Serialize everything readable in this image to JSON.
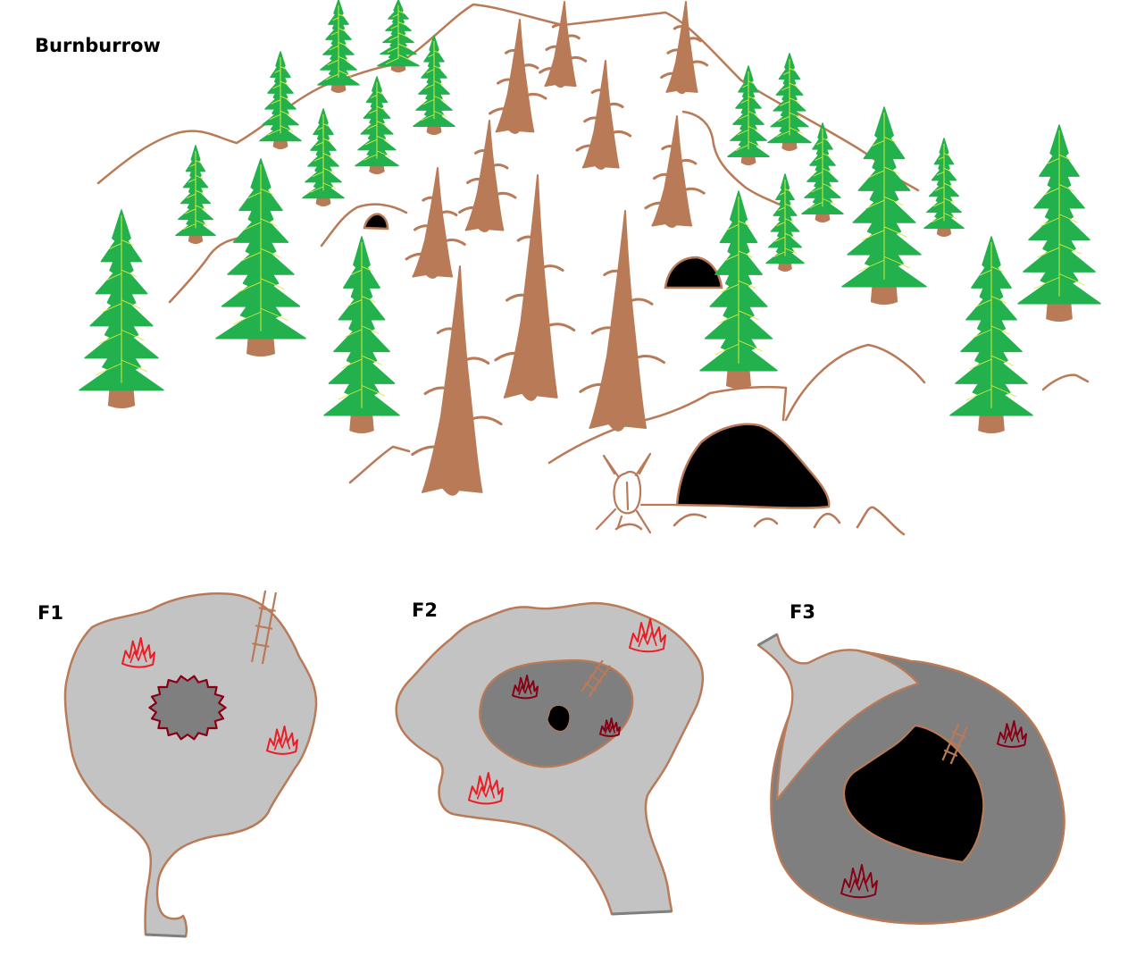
{
  "title": "Burnburrow",
  "floors": [
    {
      "label": "F1"
    },
    {
      "label": "F2"
    },
    {
      "label": "F3"
    }
  ],
  "colors": {
    "outline": "#b97a57",
    "tree_green": "#22b14c",
    "tree_vein": "#d7ea3a",
    "trunk": "#b97a57",
    "burnt_tree": "#b97a57",
    "cave_mouth": "#000000",
    "floor_light": "#c3c3c3",
    "floor_dark": "#7f7f7f",
    "pit_center": "#7f7f7f",
    "fire_bright": "#ed1c24",
    "fire_dark": "#880015",
    "exit_edge": "#7f7f7f"
  }
}
